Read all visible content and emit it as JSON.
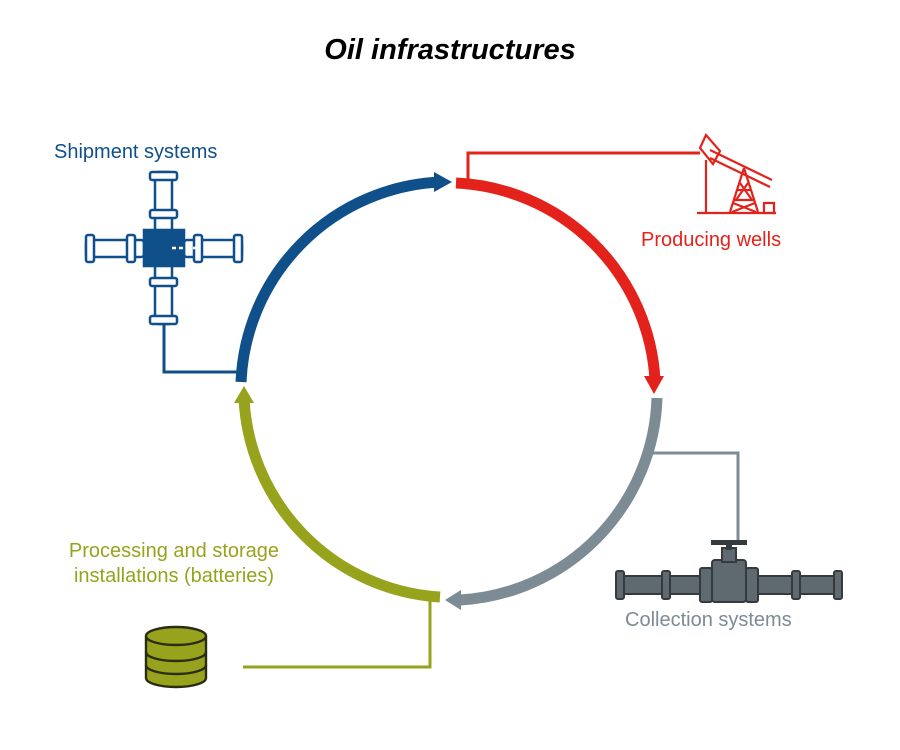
{
  "title": "Oil infrastructures",
  "stages": {
    "shipment": {
      "label": "Shipment systems",
      "color": "#0f4f8a",
      "icon": "pipe-cross-icon"
    },
    "wells": {
      "label": "Producing wells",
      "color": "#e3231b",
      "icon": "pumpjack-icon"
    },
    "collection": {
      "label": "Collection systems",
      "color": "#7c8b94",
      "icon": "pipeline-valve-icon"
    },
    "processing": {
      "label": "Processing and storage installations (batteries)",
      "color": "#98a31d",
      "icon": "storage-tank-icon"
    }
  }
}
